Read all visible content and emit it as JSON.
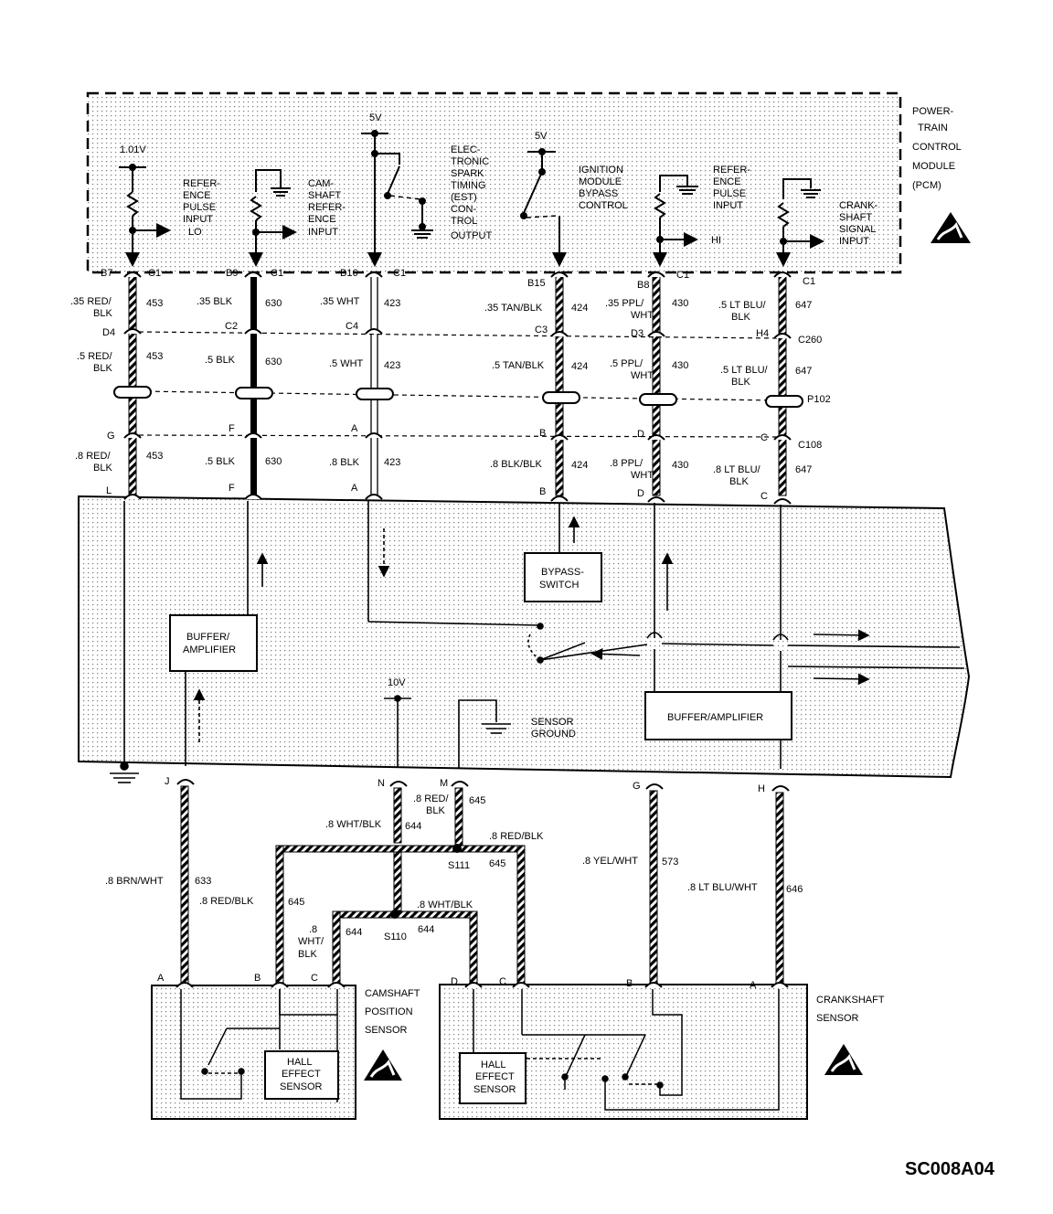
{
  "pcm": {
    "label": [
      "POWER-",
      "TRAIN",
      "CONTROL",
      "MODULE",
      "(PCM)"
    ],
    "v101": "1.01V",
    "v5a": "5V",
    "v5b": "5V",
    "ref_lo": [
      "REFER-",
      "ENCE",
      "PULSE",
      "INPUT",
      "LO"
    ],
    "cam_ref": [
      "CAM-",
      "SHAFT",
      "REFER-",
      "ENCE",
      "INPUT"
    ],
    "est": [
      "ELEC-",
      "TRONIC",
      "SPARK",
      "TIMING",
      "(EST)",
      "CON-",
      "TROL",
      "OUTPUT"
    ],
    "bypass": [
      "IGNITION",
      "MODULE",
      "BYPASS",
      "CONTROL"
    ],
    "ref_hi": [
      "REFER-",
      "ENCE",
      "PULSE",
      "INPUT"
    ],
    "hi": "HI",
    "crank": [
      "CRANK-",
      "SHAFT",
      "SIGNAL",
      "INPUT"
    ]
  },
  "columns": [
    {
      "pin": "B7",
      "c1": "C1",
      "w1": [
        ".35 RED/",
        "BLK"
      ],
      "c1n": "453",
      "c2p": "D4",
      "w2": [
        ".5 RED/",
        "BLK"
      ],
      "c2n": "453",
      "c3p": "G",
      "w3": [
        ".8 RED/",
        "BLK"
      ],
      "c3n": "453",
      "cp": "L"
    },
    {
      "pin": "B9",
      "c1": "C1",
      "w1": [
        ".35 BLK"
      ],
      "c1n": "630",
      "c2p": "C2",
      "w2": [
        ".5 BLK"
      ],
      "c2n": "630",
      "c3p": "F",
      "w3": [
        ".5 BLK"
      ],
      "c3n": "630",
      "cp": "F"
    },
    {
      "pin": "B16",
      "c1": "C1",
      "w1": [
        ".35 WHT"
      ],
      "c1n": "423",
      "c2p": "C4",
      "w2": [
        ".5 WHT"
      ],
      "c2n": "423",
      "c3p": "A",
      "w3": [
        ".8 BLK"
      ],
      "c3n": "423",
      "cp": "A"
    },
    {
      "pin": "B15",
      "c1": "",
      "w1": [
        ".35 TAN/BLK"
      ],
      "c1n": "424",
      "c2p": "C3",
      "w2": [
        ".5 TAN/BLK"
      ],
      "c2n": "424",
      "c3p": "B",
      "w3": [
        ".8 BLK/BLK"
      ],
      "c3n": "424",
      "cp": "B"
    },
    {
      "pin": "B8",
      "c1": "C1",
      "w1": [
        ".35 PPL/",
        "WHT"
      ],
      "c1n": "430",
      "c2p": "D3",
      "w2": [
        ".5 PPL/",
        "WHT"
      ],
      "c2n": "430",
      "c3p": "D",
      "w3": [
        ".8 PPL/",
        "WHT"
      ],
      "c3n": "430",
      "cp": "D"
    },
    {
      "pin": "",
      "c1": "C1",
      "w1": [
        ".5 LT BLU/",
        "BLK"
      ],
      "c1n": "647",
      "c2p": "H4",
      "w2": [
        ".5 LT BLU/",
        "BLK"
      ],
      "c2n": "647",
      "c3p": "C",
      "w3": [
        ".8 LT BLU/",
        "BLK"
      ],
      "c3n": "647",
      "cp": "C"
    }
  ],
  "connectors": {
    "c260": "C260",
    "p102": "P102",
    "c108": "C108"
  },
  "icm": {
    "buffer_left": [
      "BUFFER/",
      "AMPLIFIER"
    ],
    "bypass_switch": [
      "BYPASS-",
      "SWITCH"
    ],
    "buffer_right": "BUFFER/AMPLIFIER",
    "v10": "10V",
    "sensor_ground": [
      "SENSOR",
      "GROUND"
    ],
    "pins": {
      "j": "J",
      "n": "N",
      "m": "M",
      "g": "G",
      "h": "H"
    }
  },
  "lower": {
    "w633": ".8 BRN/WHT",
    "n633": "633",
    "w645m": [
      ".8 RED/",
      "BLK"
    ],
    "n645m": "645",
    "w644n": ".8 WHT/BLK",
    "n644n": "644",
    "w645r": ".8 RED/BLK",
    "n645r": "645",
    "s111": "S111",
    "w645l": ".8 RED/BLK",
    "n645l": "645",
    "w644l": [
      ".8",
      "WHT/",
      "BLK"
    ],
    "n644l": "644",
    "s110": "S110",
    "w644r": ".8 WHT/BLK",
    "n644r": "644",
    "w573": ".8 YEL/WHT",
    "n573": "573",
    "w646": ".8 LT BLU/WHT",
    "n646": "646"
  },
  "cam_sensor": {
    "label": [
      "CAMSHAFT",
      "POSITION",
      "SENSOR"
    ],
    "hall": [
      "HALL",
      "EFFECT",
      "SENSOR"
    ],
    "pins": [
      "A",
      "B",
      "C"
    ]
  },
  "crank_sensor": {
    "label": [
      "CRANKSHAFT",
      "SENSOR"
    ],
    "hall": [
      "HALL",
      "EFFECT",
      "SENSOR"
    ],
    "pins": [
      "D",
      "C",
      "B",
      "A"
    ]
  },
  "figure_id": "SC008A04"
}
